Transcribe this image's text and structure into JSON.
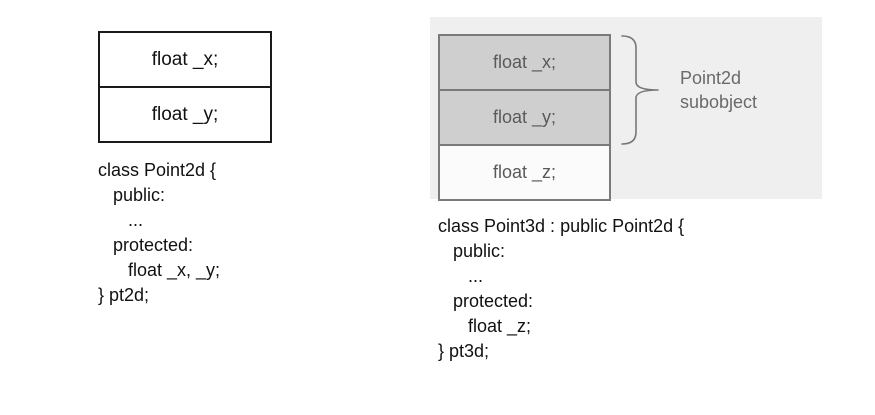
{
  "point2d_layout": {
    "members": [
      "float _x;",
      "float _y;"
    ]
  },
  "point2d_code": {
    "lines": [
      "class Point2d {",
      "   public:",
      "      ...",
      "   protected:",
      "      float _x, _y;",
      "} pt2d;"
    ]
  },
  "point3d_layout": {
    "inherited_members": [
      "float _x;",
      "float _y;"
    ],
    "own_members": [
      "float _z;"
    ],
    "brace_label_line1": "Point2d",
    "brace_label_line2": "subobject",
    "inherited_fill": "#cfcfcf",
    "own_fill": "#fbfbfb",
    "panel_fill": "#efefef"
  },
  "point3d_code": {
    "lines": [
      "class Point3d : public Point2d {",
      "   public:",
      "      ...",
      "   protected:",
      "      float _z;",
      "} pt3d;"
    ]
  }
}
